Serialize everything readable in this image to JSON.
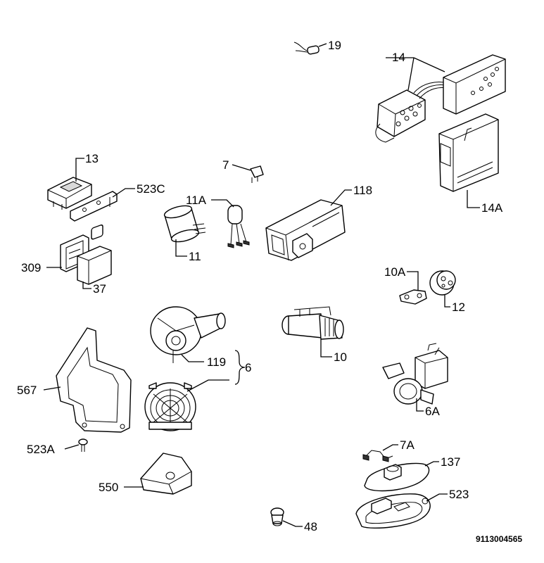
{
  "labels": {
    "p19": "19",
    "p14": "14",
    "p14a": "14A",
    "p7": "7",
    "p13": "13",
    "p523c": "523C",
    "p11a": "11A",
    "p11": "11",
    "p118": "118",
    "p309": "309",
    "p37": "37",
    "p10a": "10A",
    "p12": "12",
    "p10": "10",
    "p119": "119",
    "p6": "6",
    "p567": "567",
    "p6a": "6A",
    "p523a": "523A",
    "p7a": "7A",
    "p137": "137",
    "p550": "550",
    "p523": "523",
    "p48": "48"
  },
  "drawing_number": "9113004565"
}
